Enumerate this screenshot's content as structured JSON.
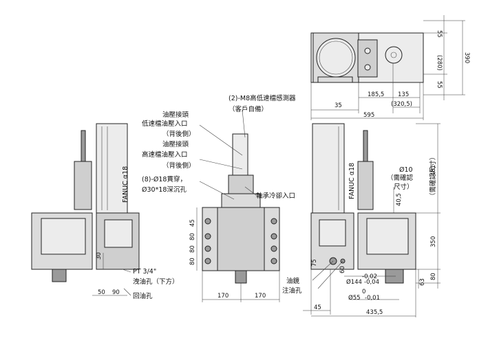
{
  "labels": {
    "oil_inlet_low_1": "油壓接頭",
    "oil_inlet_low_2": "低速檔油壓入口",
    "oil_inlet_low_3": "（背後側）",
    "oil_inlet_high_1": "油壓接頭",
    "oil_inlet_high_2": "高速檔油壓入口",
    "oil_inlet_high_3": "（背後側）",
    "through_hole_1": "(8)-Ø18貫穿，",
    "through_hole_2": "Ø30*18深沉孔",
    "sensor_1": "(2)-M8高低速檔感測器",
    "sensor_2": "（客戶自備）",
    "bearing_cool": "軸承冷卻入口",
    "motor_left": "FANUC α18",
    "motor_right": "FANUC α18",
    "pt_1": "PT 3/4\"",
    "pt_2": "洩油孔（下方）",
    "return_oil": "回油孔",
    "oil_mirror": "油鏡",
    "oil_fill": "注油孔",
    "phi10_1": "Ø10",
    "phi10_2": "（需確認",
    "phi10_3": "尺寸）",
    "confirm_size": "（需確認尺寸）"
  },
  "dims": {
    "d55_top": "55",
    "d280": "(280)",
    "d390": "390",
    "d55_bottom": "55",
    "d185_5": "185,5",
    "d135": "135",
    "d320_5": "(320,5)",
    "d35": "35",
    "d595": "595",
    "d481": "481",
    "d40_5": "40,5",
    "d350": "350",
    "d63": "63",
    "d80_right": "80",
    "d45_bottom": "45",
    "d435_5": "435,5",
    "d144": "Ø144",
    "d144_tol_up": "-0,02",
    "d144_tol_lo": "-0,04",
    "d55": "Ø55",
    "d55_tol_up": "0",
    "d55_tol_lo": "-0,01",
    "d60": "60",
    "d75": "75",
    "d30": "30",
    "d50": "50",
    "d90": "90",
    "d170_l": "170",
    "d170_r": "170",
    "d45_front": "45",
    "d80_a": "80",
    "d80_b": "80",
    "d80_c": "80"
  }
}
